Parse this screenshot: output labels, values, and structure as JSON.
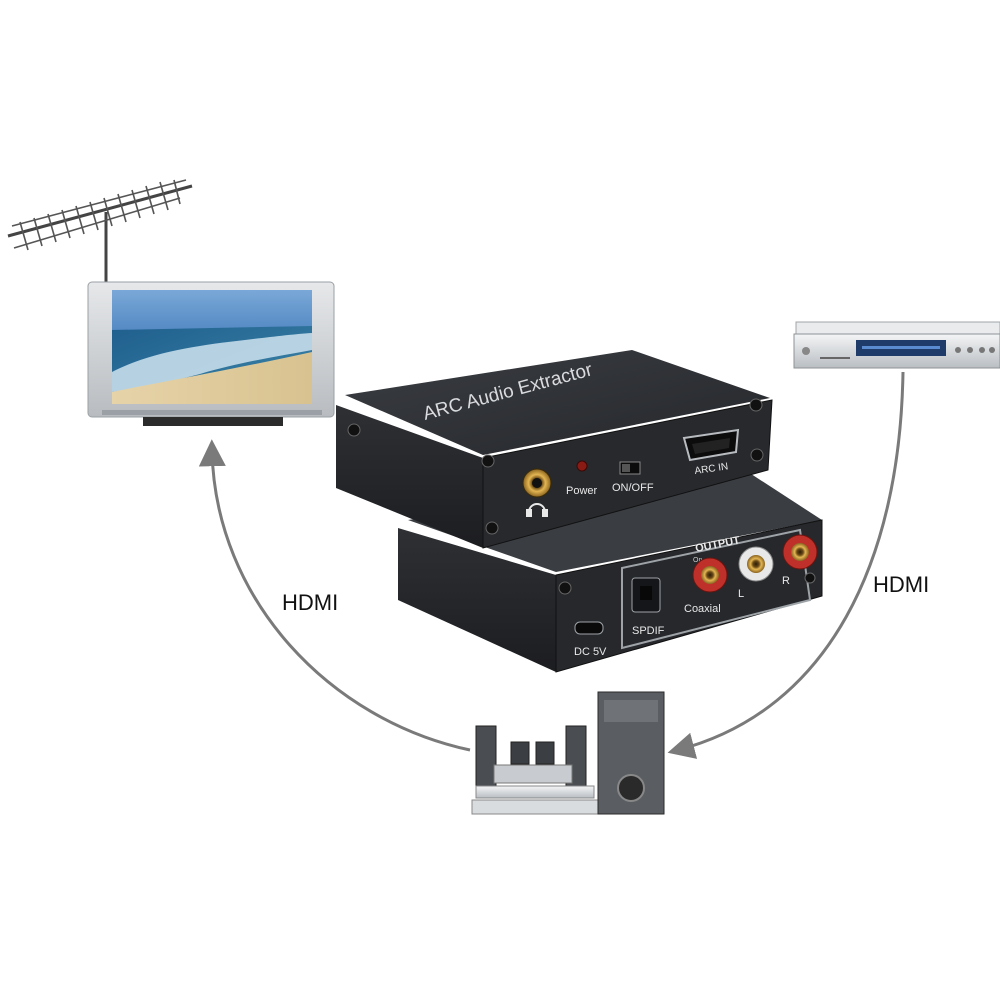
{
  "connections": {
    "left_label": "HDMI",
    "right_label": "HDMI"
  },
  "device": {
    "top_text": "ARC Audio Extractor",
    "power_label": "Power",
    "switch_label": "ON/OFF",
    "arc_label": "ARC IN",
    "output_label": "OUTPUT",
    "coaxial_label": "Coaxial",
    "left_label": "L",
    "right_label": "R",
    "spdif_label": "SPDIF",
    "dc_label": "DC 5V",
    "on_label": "On"
  },
  "colors": {
    "device_body": "#2b2d31",
    "arrow": "#7a7a7a",
    "rca_red": "#c0302a",
    "rca_white": "#e8e8e8"
  }
}
